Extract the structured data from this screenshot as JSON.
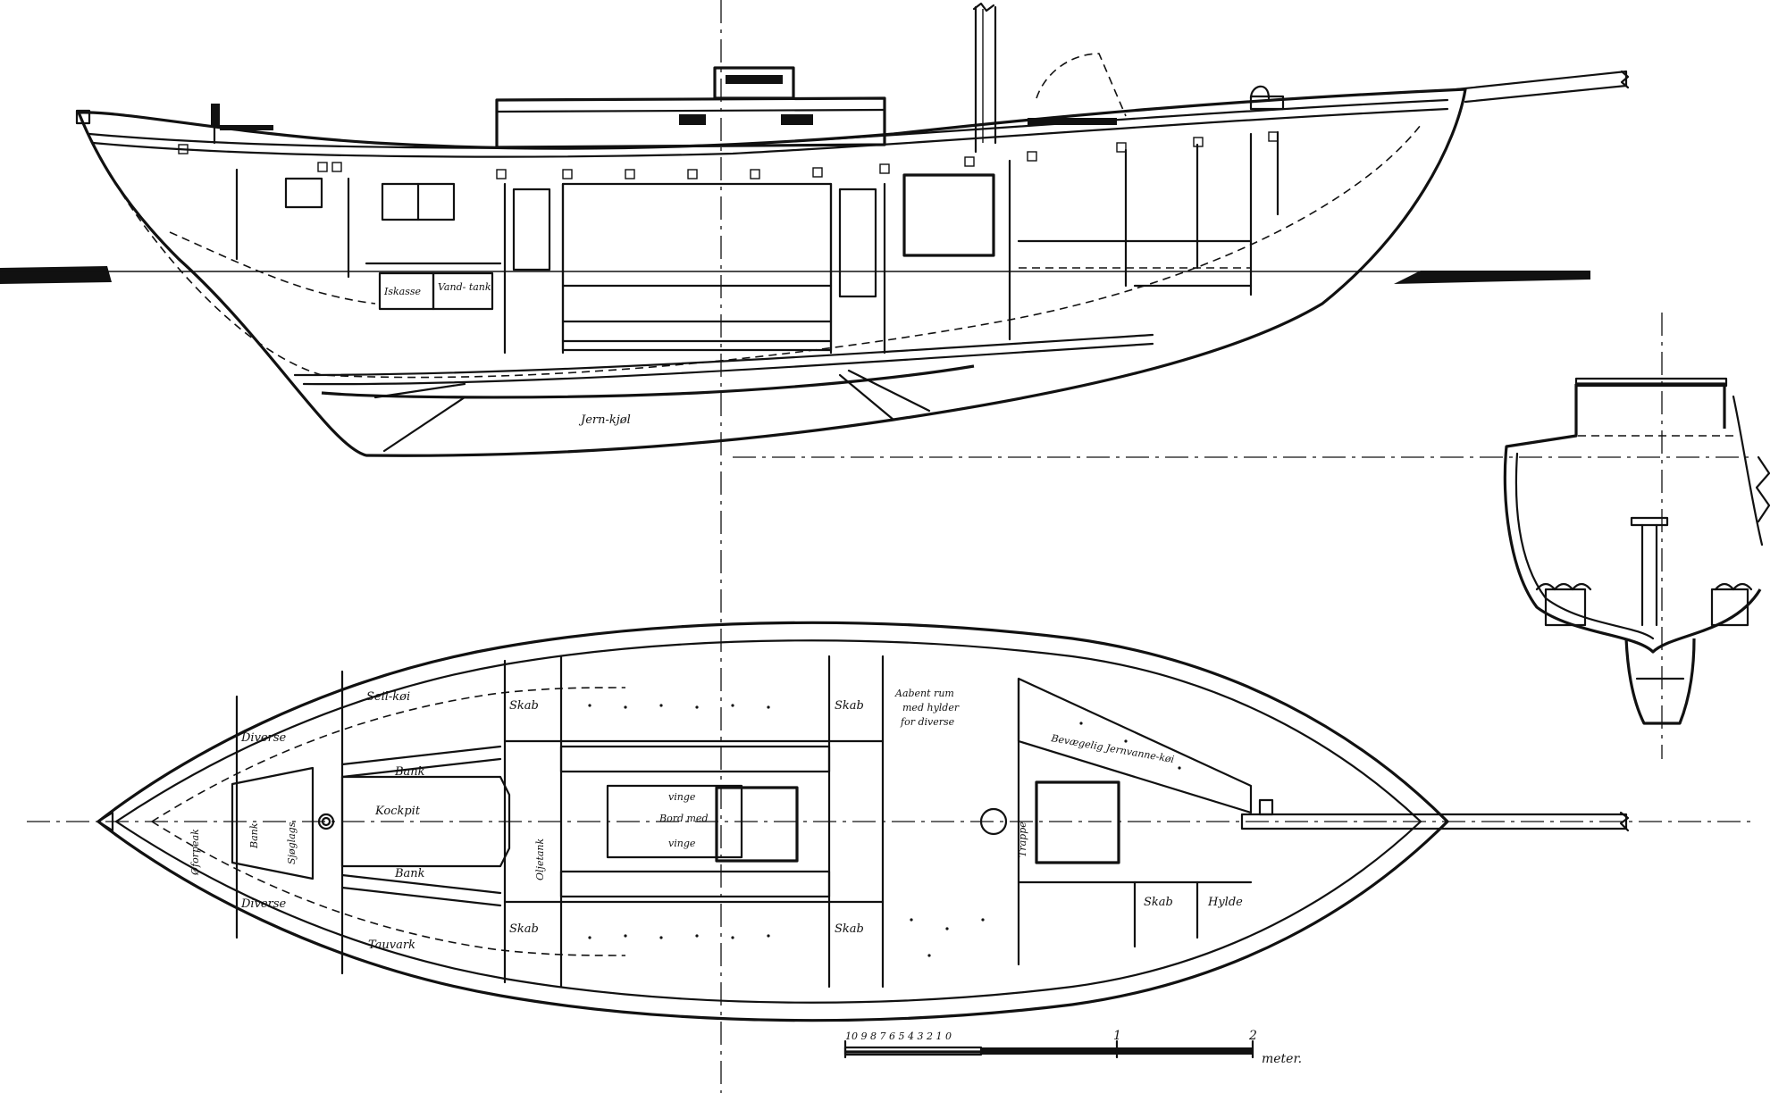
{
  "profile": {
    "labels": {
      "iskasse": "Iskasse",
      "vandtank": "Vand- tank",
      "jernkjol": "Jern-kjøl"
    }
  },
  "plan": {
    "labels": {
      "seilkoi": "Seil-køi",
      "diverse_top": "Diverse",
      "diverse_bottom": "Diverse",
      "forepeak": "Øforpeak",
      "bank_left": "Bank",
      "sjoglags": "Sjøglags",
      "bank_upper": "Bank",
      "kockpit": "Kockpit",
      "bank_lower": "Bank",
      "tauvark": "Tauvark",
      "skab_tl": "Skab",
      "skab_bl": "Skab",
      "oljetank": "Oljetank",
      "vinge_top": "vinge",
      "bord_med": "Bord med",
      "vinge_bottom": "vinge",
      "skab_tr": "Skab",
      "skab_br": "Skab",
      "aabent_rum_1": "Aabent rum",
      "aabent_rum_2": "med hylder",
      "aabent_rum_3": "for diverse",
      "bevaegelig": "Bevægelig Jernvanne-køi",
      "trappe": "Trappe",
      "skab_right": "Skab",
      "hylde": "Hylde"
    }
  },
  "scale": {
    "ticks_small": [
      "10",
      "9",
      "8",
      "7",
      "6",
      "5",
      "4",
      "3",
      "2",
      "1",
      "0"
    ],
    "tick_1": "1",
    "tick_2": "2",
    "unit": "meter."
  }
}
